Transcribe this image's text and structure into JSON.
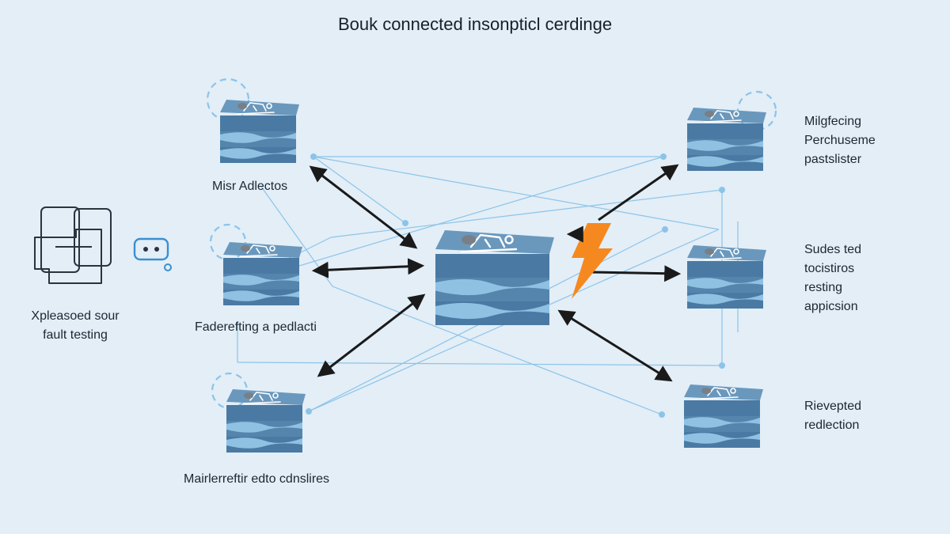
{
  "title": "Bouk connected insonpticl cerdinge",
  "labels": {
    "left_panel": [
      "Xpleasoed sour",
      "fault testing"
    ],
    "node_top_left": "Misr Adlectos",
    "node_mid_left": "Faderefting a pedlacti",
    "node_bottom_left": "Mairlerreftir edto cdnslires",
    "node_top_right": [
      "Milgfecing",
      "Perchuseme",
      "pastslister"
    ],
    "node_mid_right": [
      "Sudes ted",
      "tocistiros",
      "resting",
      "appicsion"
    ],
    "node_bottom_right": [
      "Rievepted",
      "redlection"
    ]
  },
  "icons": {
    "left_panel": "document-stack-icon",
    "chat": "chat-bubble-icon",
    "fault": "lightning-bolt-icon",
    "node": "server-stack-icon"
  },
  "colors": {
    "background": "#e3eef7",
    "stack_top": "#5e8db3",
    "stack_side": "#4a7aa3",
    "stack_stripe": "#8fc1e3",
    "connection": "#8cc4e8",
    "arrow": "#1a1a1a",
    "bolt": "#f5891f"
  }
}
